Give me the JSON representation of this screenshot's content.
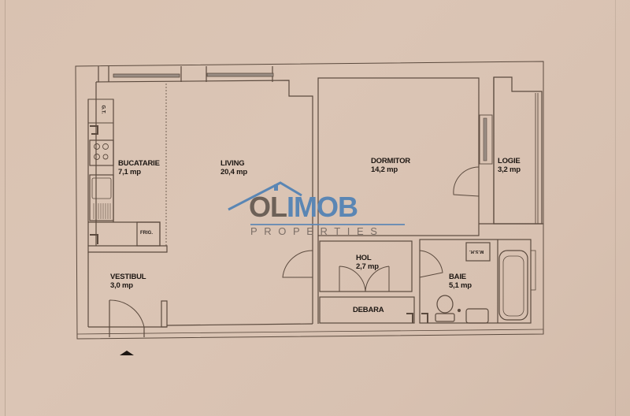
{
  "document": {
    "type": "apartment floor plan",
    "rooms": [
      {
        "id": "bucatarie",
        "name": "BUCATARIE",
        "area": "7,1 mp"
      },
      {
        "id": "living",
        "name": "LIVING",
        "area": "20,4 mp"
      },
      {
        "id": "dormitor",
        "name": "DORMITOR",
        "area": "14,2 mp"
      },
      {
        "id": "logie",
        "name": "LOGIE",
        "area": "3,2 mp"
      },
      {
        "id": "vestibul",
        "name": "VESTIBUL",
        "area": "3,0 mp"
      },
      {
        "id": "hol",
        "name": "HOL",
        "area": "2,7 mp"
      },
      {
        "id": "baie",
        "name": "BAIE",
        "area": "5,1 mp"
      },
      {
        "id": "debara",
        "name": "DEBARA",
        "area": ""
      }
    ],
    "fixtures": {
      "boiler_label": "G.T.",
      "washer_label": "M.S.R.",
      "fridge_label": "FRIG."
    },
    "entrance_marker": "entrance-arrow"
  },
  "watermark": {
    "brand_part1": "OL",
    "brand_part2": "IMOB",
    "tagline": "PROPERTIES",
    "colors": {
      "grey": "#6d6158",
      "blue": "#5a86b4"
    }
  },
  "colors": {
    "paper": "#dbc5b5",
    "lines": "#5b4a3e",
    "text": "#1d1713"
  }
}
